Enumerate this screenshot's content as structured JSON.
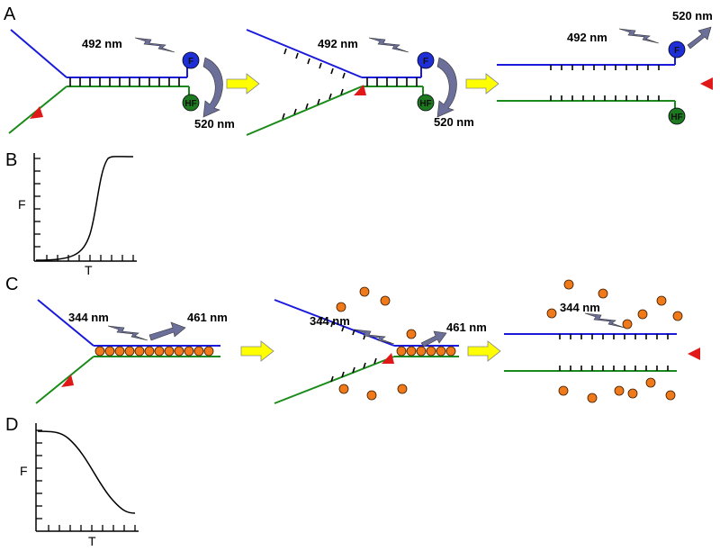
{
  "panels": {
    "a": {
      "letter": "A"
    },
    "b": {
      "letter": "B",
      "ylabel": "F",
      "xlabel": "T"
    },
    "c": {
      "letter": "C"
    },
    "d": {
      "letter": "D",
      "ylabel": "F",
      "xlabel": "T"
    }
  },
  "panel_a": {
    "excitation_1": "492 nm",
    "emission_1": "520 nm",
    "excitation_2": "492 nm",
    "emission_2": "520 nm",
    "excitation_3": "492 nm",
    "emission_3": "520 nm",
    "fluorophore_label": "F",
    "quencher_label": "HF"
  },
  "panel_c": {
    "excitation_1": "344 nm",
    "emission_1": "461 nm",
    "excitation_2": "344 nm",
    "emission_2": "461 nm",
    "excitation_3": "344 nm"
  },
  "colors": {
    "top_strand": "#1a1adb",
    "bottom_strand": "#1a8a1a",
    "fluorophore": "#1f2fd8",
    "quencher": "#1e7a1e",
    "nuclease_marker": "#e01818",
    "step_arrow": "#ffff00",
    "light_arrow": "#6b6f9a",
    "dye_dot": "#f07a1a"
  }
}
